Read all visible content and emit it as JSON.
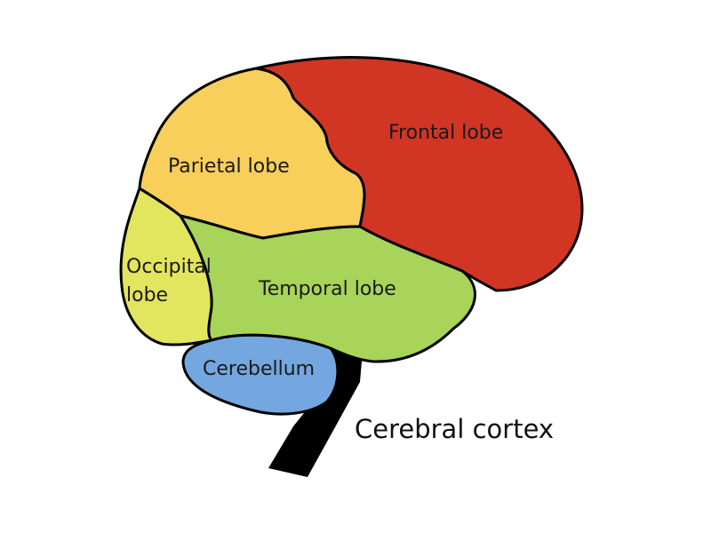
{
  "title": "Cerebral cortex",
  "regions": {
    "frontal": {
      "label": "Frontal lobe",
      "color": "#d13524"
    },
    "parietal": {
      "label": "Parietal lobe",
      "color": "#f7cf5a"
    },
    "occipital": {
      "label_line1": "Occipital",
      "label_line2": "lobe",
      "color": "#e2e55e"
    },
    "temporal": {
      "label": "Temporal lobe",
      "color": "#a8d45a"
    },
    "cerebellum": {
      "label": "Cerebellum",
      "color": "#74a7df"
    },
    "brainstem": {
      "color": "#000000"
    }
  }
}
